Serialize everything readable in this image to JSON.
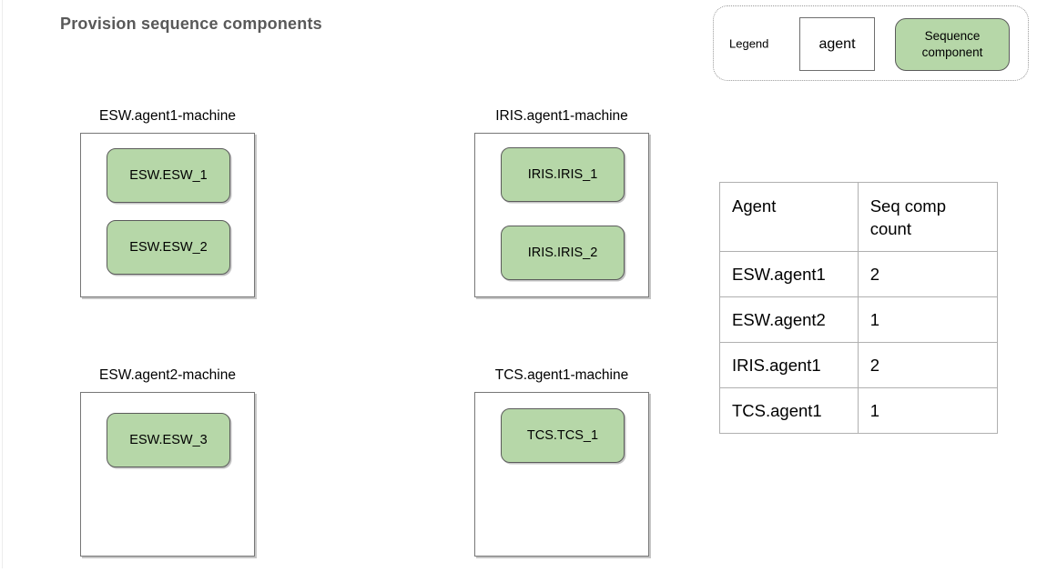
{
  "title": "Provision sequence components",
  "colors": {
    "component_fill": "#b6d7a8",
    "component_border": "#5b5b5b",
    "machine_border": "#777777",
    "title_text": "#595959",
    "table_border": "#b0b0b0"
  },
  "legend": {
    "label": "Legend",
    "agent_label": "agent",
    "component_label": "Sequence component"
  },
  "machines": [
    {
      "name": "ESW.agent1-machine",
      "components": [
        "ESW.ESW_1",
        "ESW.ESW_2"
      ]
    },
    {
      "name": "IRIS.agent1-machine",
      "components": [
        "IRIS.IRIS_1",
        "IRIS.IRIS_2"
      ]
    },
    {
      "name": "ESW.agent2-machine",
      "components": [
        "ESW.ESW_3"
      ]
    },
    {
      "name": "TCS.agent1-machine",
      "components": [
        "TCS.TCS_1"
      ]
    }
  ],
  "table": {
    "headers": [
      "Agent",
      "Seq comp count"
    ],
    "rows": [
      [
        "ESW.agent1",
        "2"
      ],
      [
        "ESW.agent2",
        "1"
      ],
      [
        "IRIS.agent1",
        "2"
      ],
      [
        "TCS.agent1",
        "1"
      ]
    ]
  }
}
